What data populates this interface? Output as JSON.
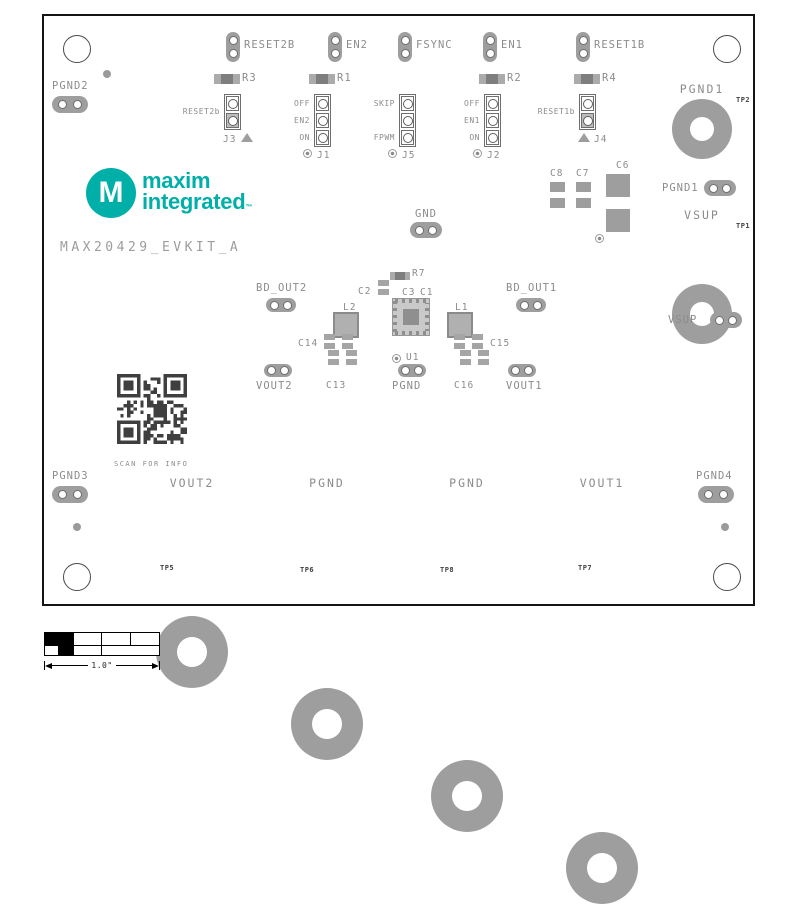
{
  "colors": {
    "teal": "#00AFA8",
    "silk": "#8C8C8C",
    "comp": "#9E9E9E",
    "dark": "#6E6E6E",
    "tp": "#3F3F3F"
  },
  "logo": {
    "monogram": "M",
    "line1": "maxim",
    "line2": "integrated",
    "tm": "™"
  },
  "board_name": "MAX20429_EVKIT_A",
  "top_testpoints": [
    "RESET2B",
    "EN2",
    "FSYNC",
    "EN1",
    "RESET1B"
  ],
  "resistors": [
    "R3",
    "R1",
    "R2",
    "R4"
  ],
  "jumpers": {
    "j3": {
      "name": "J3",
      "signal": "RESET2b"
    },
    "j1": {
      "name": "J1",
      "labels": [
        "OFF",
        "EN2",
        "ON"
      ]
    },
    "j5": {
      "name": "J5",
      "labels": [
        "SKIP",
        "FPWM"
      ]
    },
    "j2": {
      "name": "J2",
      "labels": [
        "OFF",
        "EN1",
        "ON"
      ]
    },
    "j4": {
      "name": "J4",
      "signal": "RESET1b"
    }
  },
  "testpoints": {
    "pgnd2": "PGND2",
    "gnd": "GND",
    "pgnd1_pad": "PGND1",
    "tp2": "TP2",
    "pgnd1": "PGND1",
    "vsup_pad": "VSUP",
    "tp1": "TP1",
    "vsup": "VSUP",
    "bd_out2": "BD_OUT2",
    "bd_out1": "BD_OUT1",
    "vout2": "VOUT2",
    "pgnd_center": "PGND",
    "vout1": "VOUT1",
    "pgnd3": "PGND3",
    "pgnd4": "PGND4",
    "vout2_pad": "VOUT2",
    "pgnd_pad_left": "PGND",
    "pgnd_pad_right": "PGND",
    "vout1_pad": "VOUT1",
    "tp5": "TP5",
    "tp6": "TP6",
    "tp8": "TP8",
    "tp7": "TP7"
  },
  "components": {
    "r7": "R7",
    "c2": "C2",
    "c3": "C3",
    "c1": "C1",
    "u1": "U1",
    "l2": "L2",
    "l1": "L1",
    "c14": "C14",
    "c15": "C15",
    "c13": "C13",
    "c16": "C16",
    "c8": "C8",
    "c7": "C7",
    "c6": "C6"
  },
  "qr": {
    "caption": "SCAN FOR INFO"
  },
  "scale": {
    "label": "1.0\""
  }
}
